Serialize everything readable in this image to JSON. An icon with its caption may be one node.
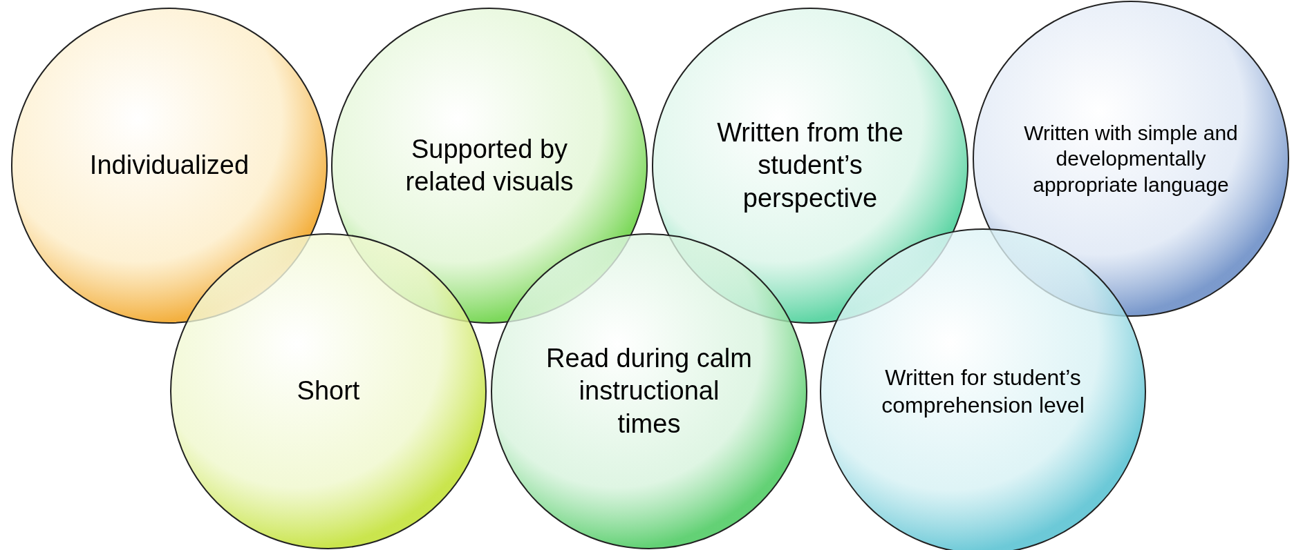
{
  "diagram": {
    "nodes": [
      {
        "text": [
          "Individualized"
        ]
      },
      {
        "text": [
          "Supported by related visuals"
        ]
      },
      {
        "text": [
          "Written from the student’s perspective"
        ]
      },
      {
        "text": [
          "Written with simple and developmentally appropriate language"
        ]
      },
      {
        "text": [
          "Short"
        ]
      },
      {
        "text": [
          "Read during calm instructional times"
        ]
      },
      {
        "text": [
          "Written for student’s comprehension level"
        ]
      }
    ]
  }
}
